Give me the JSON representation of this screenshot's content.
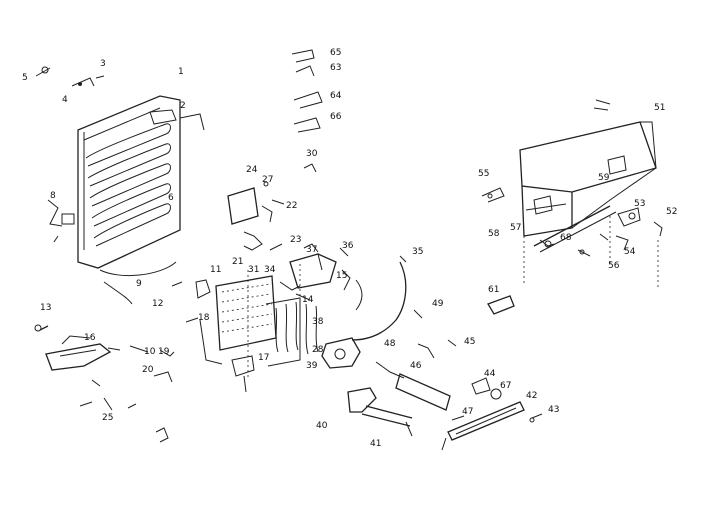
{
  "diagram": {
    "part_numbers": [
      "65",
      "63",
      "64",
      "66",
      "30",
      "1",
      "2",
      "3",
      "4",
      "5",
      "6",
      "8",
      "9",
      "10",
      "11",
      "12",
      "13",
      "14",
      "15",
      "16",
      "17",
      "18",
      "19",
      "20",
      "21",
      "22",
      "23",
      "24",
      "25",
      "27",
      "28",
      "31",
      "34",
      "35",
      "36",
      "37",
      "38",
      "39",
      "40",
      "41",
      "42",
      "43",
      "44",
      "45",
      "46",
      "47",
      "48",
      "49",
      "51",
      "52",
      "53",
      "54",
      "55",
      "56",
      "57",
      "58",
      "59",
      "61",
      "67",
      "68"
    ]
  }
}
